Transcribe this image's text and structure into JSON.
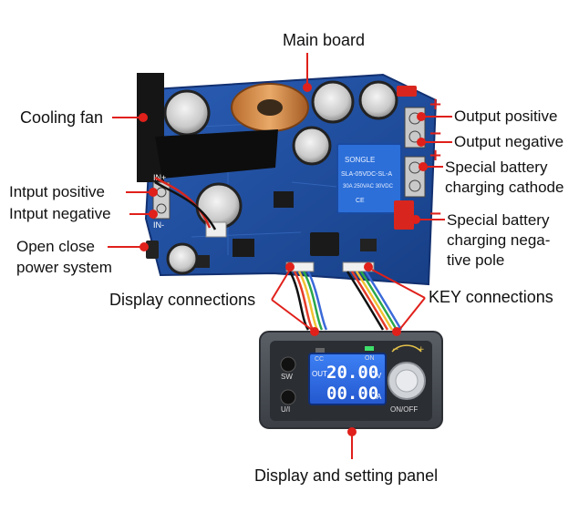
{
  "labels": {
    "main_board": "Main board",
    "cooling_fan": "Cooling fan",
    "output_positive": "Output positive",
    "output_negative": "Output negative",
    "special_battery_cathode_1": "Special battery",
    "special_battery_cathode_2": "charging cathode",
    "intput_positive": "Intput positive",
    "intput_negative": "Intput negative",
    "open_close_1": "Open close",
    "open_close_2": "power system",
    "special_battery_neg_1": "Special battery",
    "special_battery_neg_2": "charging nega-",
    "special_battery_neg_3": "tive pole",
    "display_connections": "Display connections",
    "key_connections": "KEY connections",
    "display_panel": "Display and setting panel"
  },
  "signs": {
    "plus": "+",
    "minus": "−"
  },
  "board": {
    "in_plus": "IN+",
    "in_minus": "IN-",
    "relay_brand": "SONGLE",
    "relay_model": "SLA-05VDC-SL-A",
    "relay_spec_1": "30A 250VAC 30VDC",
    "relay_spec_2": "CE"
  },
  "panel": {
    "cc": "CC",
    "on": "ON",
    "sw": "SW",
    "ui": "U/I",
    "out": "OUT",
    "voltage": "20.00",
    "voltage_unit": "V",
    "current": "00.00",
    "current_unit": "A",
    "on_off": "ON/OFF",
    "minus": "−",
    "plus": "+"
  },
  "colors": {
    "accent": "#e0201b",
    "board_blue": "#1f4fa0",
    "lcd_blue": "#2f6fe8",
    "panel_grey": "#4b4f56"
  }
}
